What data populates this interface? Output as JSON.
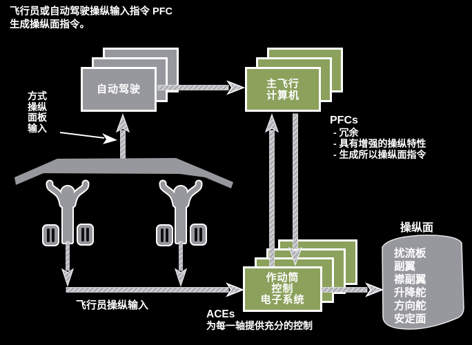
{
  "colors": {
    "background": "#000000",
    "box_gray": "#97989E",
    "box_green": "#8BA15C",
    "border_white": "#FFFFFF",
    "arrow_light": "#C9CACE"
  },
  "intro": {
    "line1": "飞行员或自动驾驶操纵输入指令 PFC",
    "line2": "生成操纵面指令。"
  },
  "mode_panel": {
    "lines": [
      "方式",
      "操纵",
      "面板",
      "输入"
    ]
  },
  "autopilot": {
    "label": "自动驾驶"
  },
  "pfc": {
    "lines": [
      "主飞行",
      "计算机"
    ]
  },
  "pfc_note": {
    "title": "PFCs",
    "bullets": [
      "- 冗余",
      "- 具有增强的操纵特性",
      "- 生成所以操纵面指令"
    ]
  },
  "ace": {
    "lines": [
      "作动筒",
      "控制",
      "电子系统"
    ]
  },
  "ace_note": {
    "title": "ACEs",
    "desc": "为每一轴提供充分的控制"
  },
  "pilot_input": {
    "label": "飞行员操纵输入"
  },
  "control_surfaces": {
    "title": "操纵面",
    "items": [
      "扰流板",
      "副翼",
      "襟副翼",
      "升降舵",
      "方向舵",
      "安定面"
    ]
  }
}
